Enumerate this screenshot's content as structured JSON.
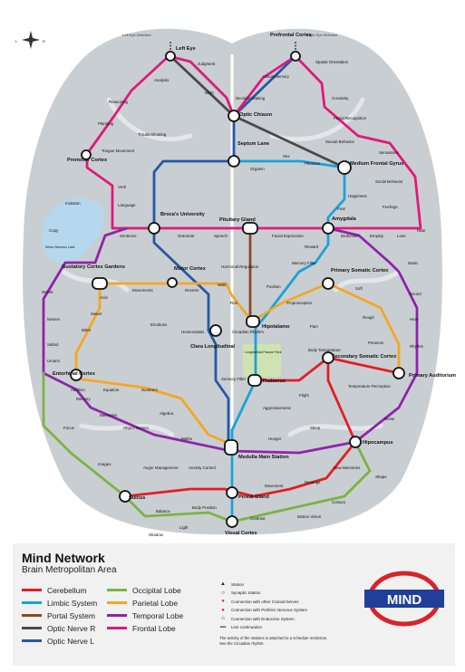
{
  "compass": {
    "west": "L",
    "east": "R"
  },
  "eyes": {
    "left": "Left Eye Direction",
    "right": "Right Eye Direction"
  },
  "colors": {
    "cerebellum": "#e31e24",
    "limbic": "#1aa3d6",
    "portal": "#8a4a22",
    "optic_r": "#4a4a4a",
    "optic_l": "#2458a6",
    "occipital": "#7cb342",
    "parietal": "#f5a623",
    "temporal": "#8e24aa",
    "frontal": "#e0197a",
    "brain": "#c9ced2",
    "lake": "#b6d8ee"
  },
  "stations": {
    "left_eye": "Left Eye",
    "prefrontal": "Prefrontal Cortex",
    "optic_chiasm": "Optic Chiasm",
    "septum": "Septum Lane",
    "premotor": "Premotor Cortex",
    "medium_frontal": "Medium Frontal Gyrus",
    "brocas": "Broca's University",
    "pituitary": "Pituitary Gland",
    "amygdala": "Amygdala",
    "gustatory": "Gustatory Cortex Gardens",
    "motor": "Motor Cortex",
    "primary_somatic": "Primary Somatic Cortex",
    "hipotalamo": "Hipotalamo",
    "clara": "Clara Longitudinal",
    "entorhinal": "Entorhinal Cortex",
    "thalamus": "Thalamus",
    "secondary_somatic": "Secondary Somatic Cortex",
    "primary_auditorium": "Primary Auditorium",
    "hipocampus": "Hipocampus",
    "medulla": "Medulla Main Station",
    "sulcus": "Sulcus",
    "pineal": "Pineal Gland",
    "visual_cortex": "Visual Cortex"
  },
  "stops": {
    "judgment": "Judgment",
    "analysis": "Analysis",
    "wish": "Wish",
    "visual_memory": "Visual Memory",
    "spatial": "Spatial Orientation",
    "decision": "Decision Making",
    "creativity": "Creativity",
    "reasoning": "Reasoning",
    "facial_rec": "Facial Recognition",
    "planning": "Planning",
    "troubleshooting": "Troubleshooting",
    "sexual": "Sexual Behavior",
    "sensations": "Sensations",
    "tongue": "Tongue Movement",
    "sex": "Sex",
    "pleasure": "Pleasure",
    "orgasm": "Orgasm",
    "verb": "Verb",
    "social": "Social Behavior",
    "happiness": "Happiness",
    "imitation": "Imitation",
    "language": "Language",
    "feelings": "Feelings",
    "fear": "Fear",
    "copy": "Copy",
    "sentence": "Sentence",
    "grammar": "Grammar",
    "speech": "Speech",
    "facial_expr": "Facial Expression",
    "deduction": "Deduction",
    "empaty": "Empaty",
    "love": "Love",
    "hate": "Hate",
    "lake": "Mirror Neurons Lake",
    "reward": "Reward",
    "memory_filter": "Memory Filter",
    "music": "Music",
    "hormonal": "Hormonal Regulation",
    "words": "Words",
    "acid": "Acid",
    "movements": "Movements",
    "dreams": "Dreams",
    "walk": "Walk",
    "position": "Position",
    "soft": "Soft",
    "sound": "Sound",
    "names": "Names",
    "sweet": "Sweet",
    "run": "Run",
    "proprioception": "Proprioception",
    "bitter": "Bitter",
    "emotions": "Emotions",
    "rough": "Rough",
    "hear": "Hear",
    "homeostasis": "Homeostasis",
    "circadian": "Circadian Rhythm",
    "pain": "Pain",
    "salted": "Salted",
    "pressure": "Pressure",
    "rhythm": "Rhythm",
    "umami": "Umami",
    "park": "Longitudinal Fissure Park",
    "body_temp": "Body Temperature",
    "sensory_filter": "Sensory Filter",
    "addition": "Addition",
    "equation": "Equation",
    "numbers": "Numbers",
    "temp_perception": "Temperature Perception",
    "memory": "Memory",
    "flight": "Flight",
    "algebra": "Algebra",
    "aggressiveness": "Aggressiveness",
    "memories": "Memories",
    "focus": "Focus",
    "object_names": "Object Names",
    "noise": "Noise",
    "maths": "Maths",
    "hunger": "Hunger",
    "sleep": "Sleep",
    "images": "Images",
    "anger": "Anger Management",
    "anxiety": "Anxiety Control",
    "new_memories": "New Memories",
    "shape": "Shape",
    "movement": "Movement",
    "bearings": "Bearings",
    "balance": "Balance",
    "body_position": "Body Position",
    "colours": "Colours",
    "ligth": "Ligth",
    "contrast": "Contrast",
    "motion_vision": "Motion Vision",
    "shadow": "Shadow"
  },
  "legend": {
    "title": "Mind Network",
    "subtitle": "Brain Metropolitan Area",
    "lines": [
      {
        "label": "Cerebellum",
        "color": "#e31e24"
      },
      {
        "label": "Limbic System",
        "color": "#1aa3d6"
      },
      {
        "label": "Portal System",
        "color": "#8a4a22"
      },
      {
        "label": "Optic Nerve R",
        "color": "#4a4a4a"
      },
      {
        "label": "Optic Nerve L",
        "color": "#2458a6"
      },
      {
        "label": "Occipital Lobe",
        "color": "#7cb342"
      },
      {
        "label": "Parietal Lobe",
        "color": "#f5a623"
      },
      {
        "label": "Temporal Lobe",
        "color": "#8e24aa"
      },
      {
        "label": "Frontal Lobe",
        "color": "#e0197a"
      }
    ],
    "symbols": [
      {
        "icon": "▲",
        "label": "Station"
      },
      {
        "icon": "○",
        "label": "Synaptic Station"
      },
      {
        "icon": "●",
        "label": "Connection with other Cranial Nerves"
      },
      {
        "icon": "●",
        "label": "Connection with Periferic Nervous System"
      },
      {
        "icon": "⌂",
        "label": "Connection with Endocrine System"
      },
      {
        "icon": "▪▪▪",
        "label": "Line continuation"
      }
    ],
    "note": "The activity of the stations is attached to a schedule restriction. See the Circadian rhythm.",
    "logo": "MIND"
  }
}
